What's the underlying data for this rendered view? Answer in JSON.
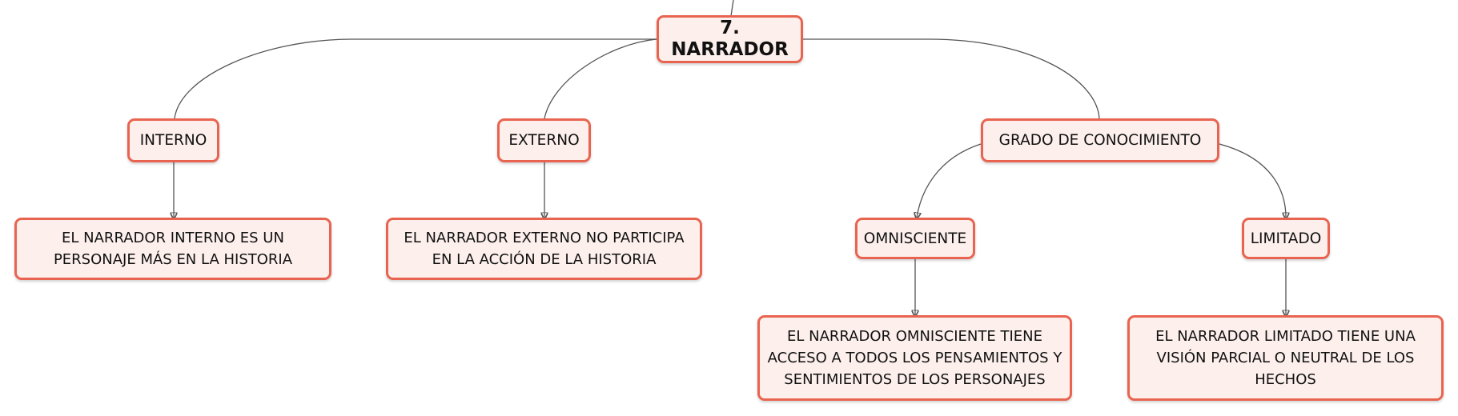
{
  "diagram": {
    "root": {
      "label": "7. NARRADOR"
    },
    "nodes": {
      "interno": {
        "label": "INTERNO"
      },
      "interno_desc": {
        "label": "EL NARRADOR INTERNO ES UN PERSONAJE MÁS EN LA HISTORIA"
      },
      "externo": {
        "label": "EXTERNO"
      },
      "externo_desc": {
        "label": "EL NARRADOR EXTERNO NO PARTICIPA EN LA ACCIÓN DE LA HISTORIA"
      },
      "grado": {
        "label": "GRADO DE CONOCIMIENTO"
      },
      "omnisciente": {
        "label": "OMNISCIENTE"
      },
      "omnisciente_desc": {
        "label": "EL NARRADOR OMNISCIENTE TIENE ACCESO A TODOS LOS PENSAMIENTOS Y SENTIMIENTOS DE LOS PERSONAJES"
      },
      "limitado": {
        "label": "LIMITADO"
      },
      "limitado_desc": {
        "label": "EL NARRADOR LIMITADO TIENE UNA VISIÓN PARCIAL O NEUTRAL DE LOS HECHOS"
      }
    },
    "colors": {
      "node_fill": "#fdf0ec",
      "node_border": "#e96450",
      "connector": "#555555"
    }
  }
}
